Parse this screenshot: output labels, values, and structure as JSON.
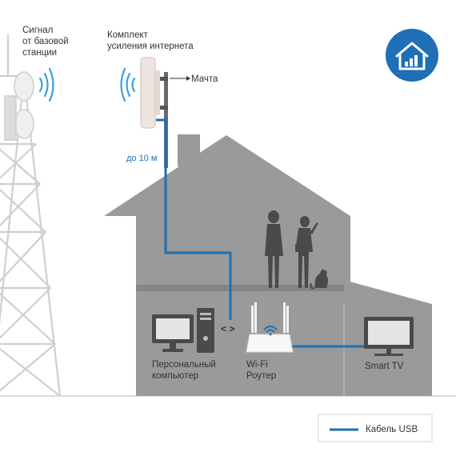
{
  "labels": {
    "signal_line1": "Сигнал",
    "signal_line2": "от базовой",
    "signal_line3": "станции",
    "kit_line1": "Комплект",
    "kit_line2": "усиления интернета",
    "mast": "Мачта",
    "distance": "до 10 м",
    "pc_line1": "Персональный",
    "pc_line2": "компьютер",
    "router_line1": "Wi-Fi",
    "router_line2": "Роутер",
    "tv": "Smart TV",
    "connector": "< >",
    "legend": "Кабель USB"
  },
  "colors": {
    "cable": "#1e6fb5",
    "house": "#9a9a9a",
    "house_dark": "#8a8a8a",
    "tower": "#cfcfcf",
    "device_dark": "#4a4a4a",
    "badge": "#1e6fb5"
  },
  "icons": {
    "badge": "house-signal-icon"
  }
}
